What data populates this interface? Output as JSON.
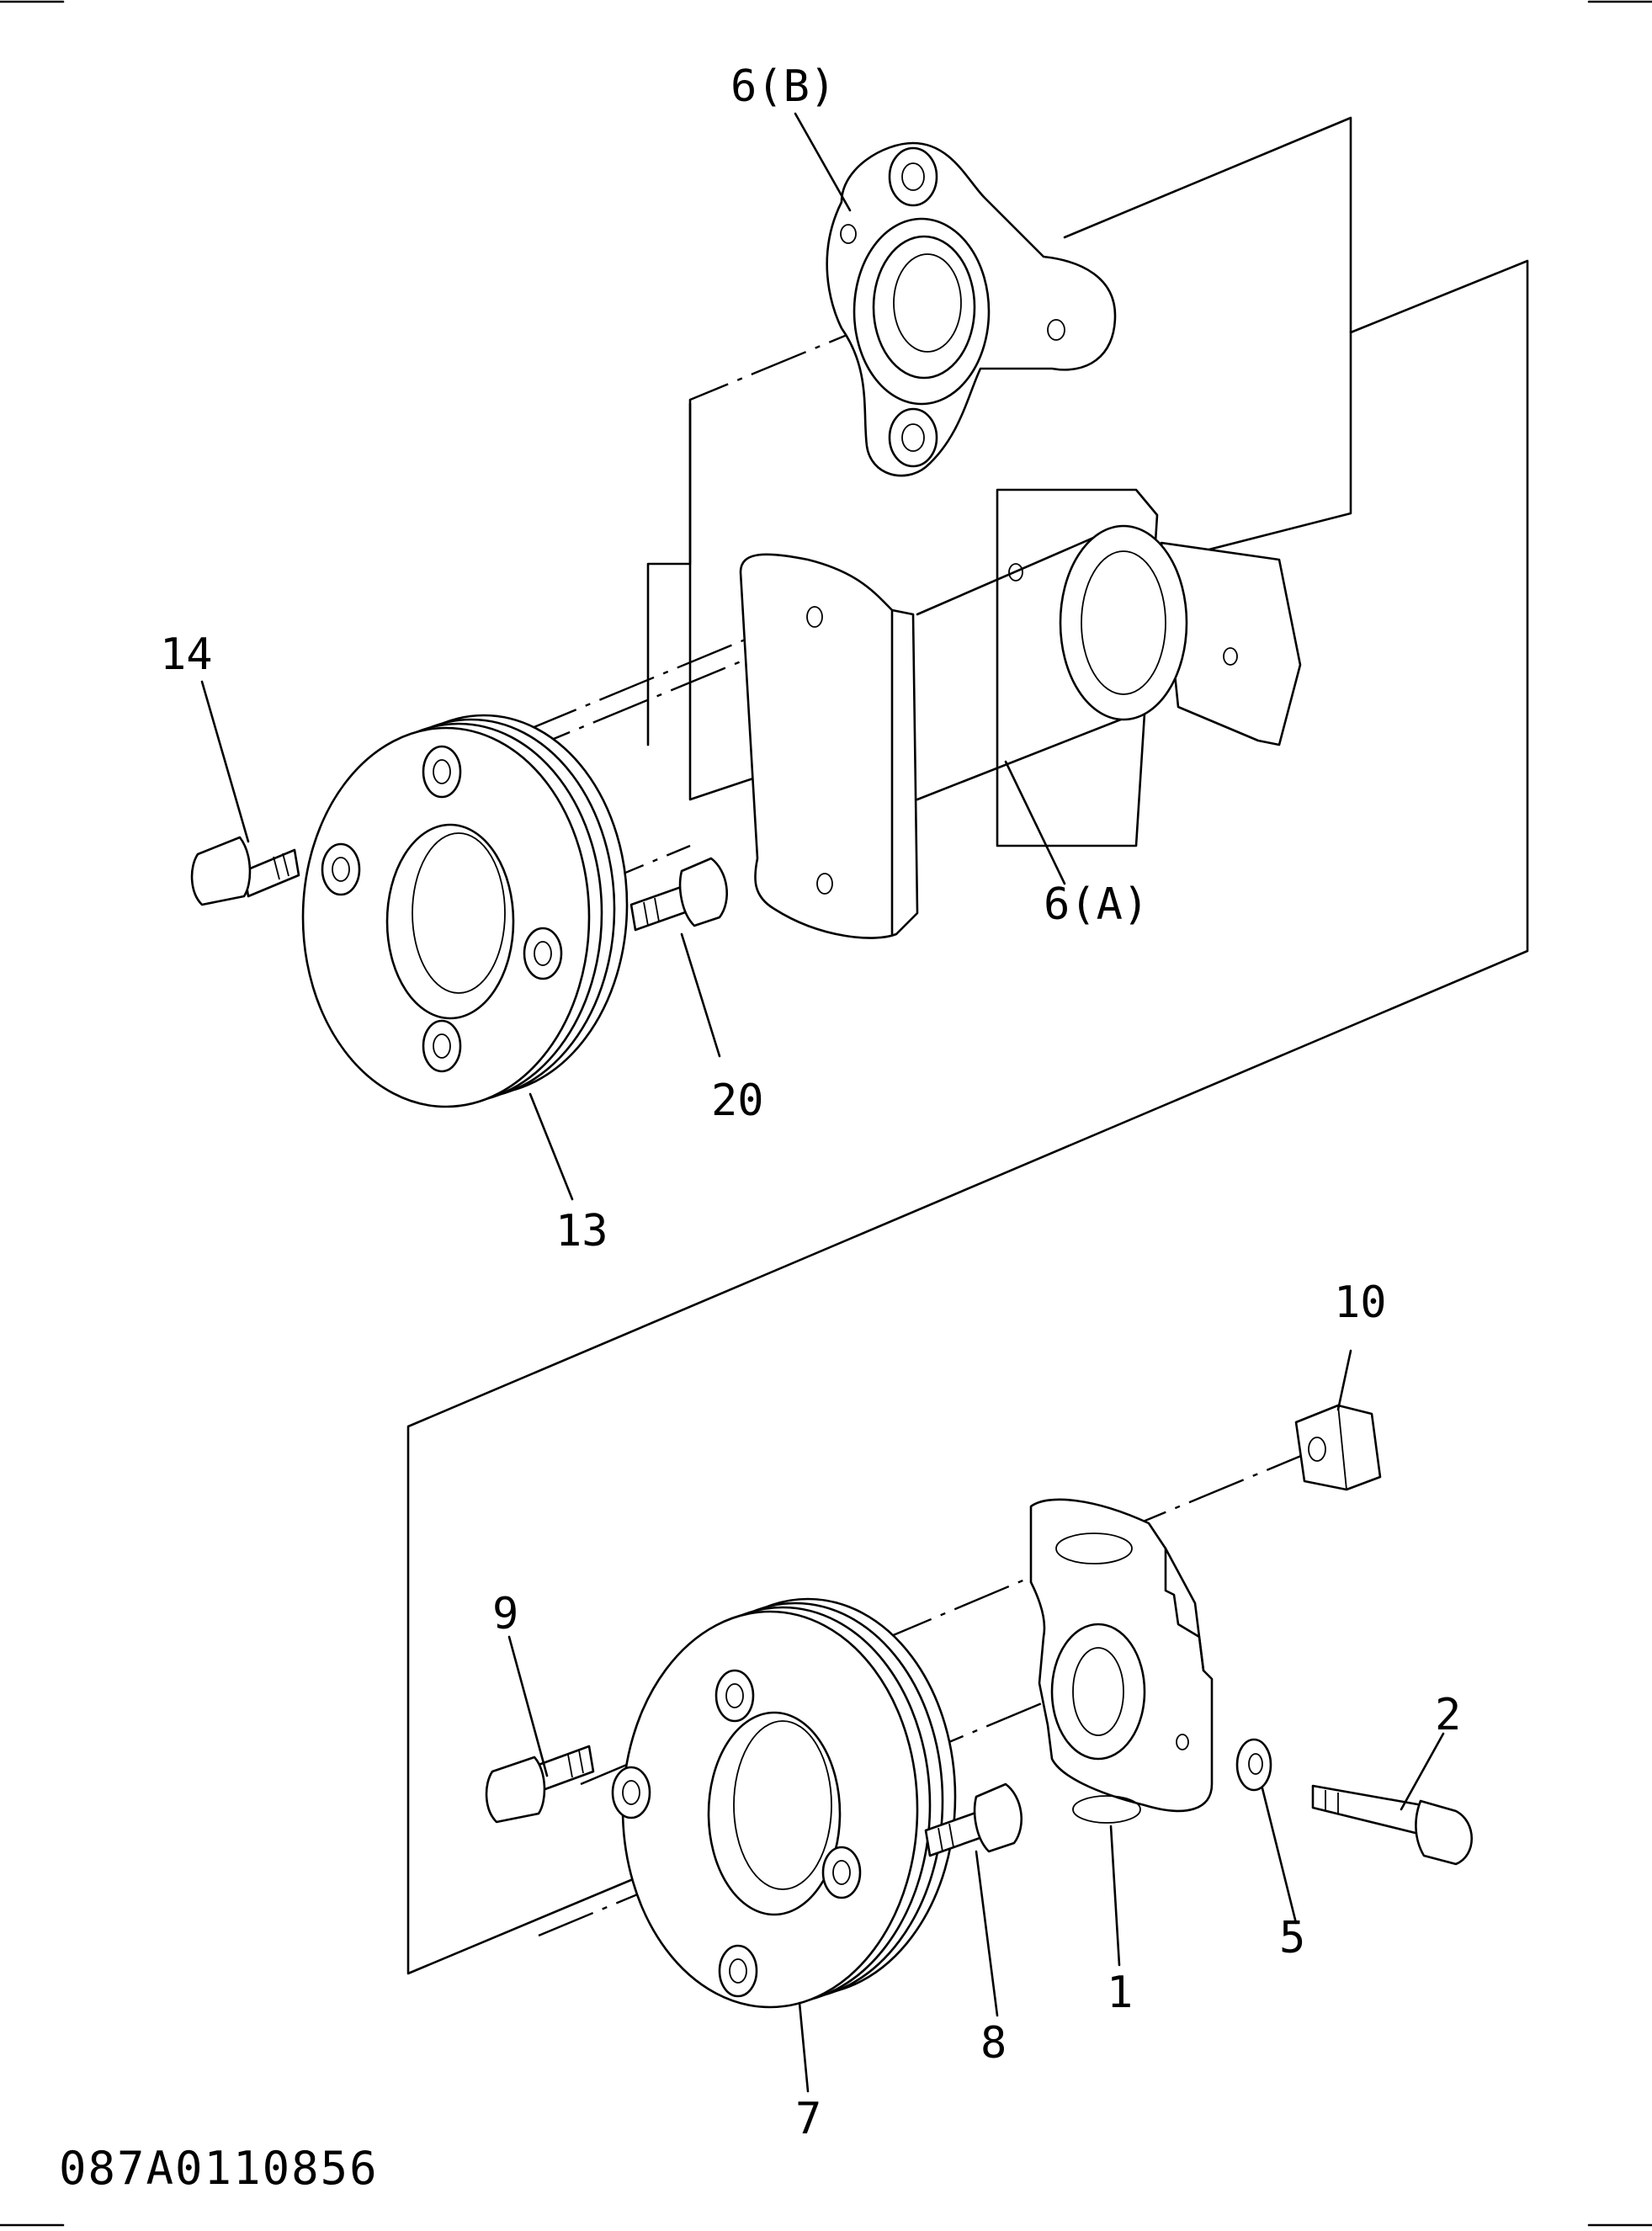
{
  "drawing": {
    "document_number": "087A0110856",
    "callouts": [
      {
        "id": "6B",
        "label": "6(B)"
      },
      {
        "id": "6A",
        "label": "6(A)"
      },
      {
        "id": "14",
        "label": "14"
      },
      {
        "id": "13",
        "label": "13"
      },
      {
        "id": "20",
        "label": "20"
      },
      {
        "id": "10",
        "label": "10"
      },
      {
        "id": "9",
        "label": "9"
      },
      {
        "id": "2",
        "label": "2"
      },
      {
        "id": "5",
        "label": "5"
      },
      {
        "id": "1",
        "label": "1"
      },
      {
        "id": "8",
        "label": "8"
      },
      {
        "id": "7",
        "label": "7"
      }
    ]
  }
}
